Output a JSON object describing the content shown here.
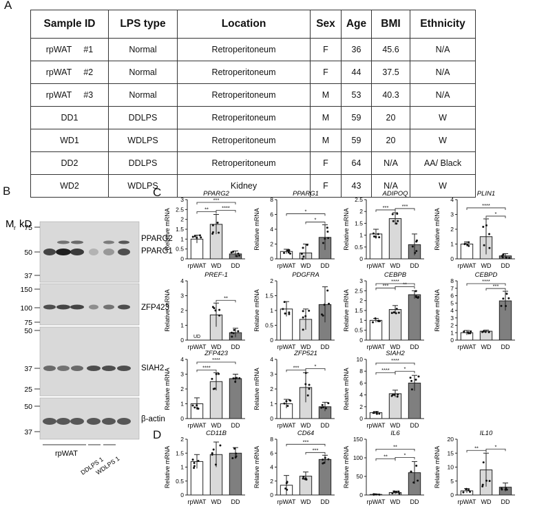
{
  "panels": {
    "a": "A",
    "b": "B",
    "c": "C",
    "d": "D"
  },
  "table": {
    "headers": [
      "Sample ID",
      "LPS type",
      "Location",
      "Sex",
      "Age",
      "BMI",
      "Ethnicity"
    ],
    "rows": [
      [
        "rpWAT     #1",
        "Normal",
        "Retroperitoneum",
        "F",
        "36",
        "45.6",
        "N/A"
      ],
      [
        "rpWAT     #2",
        "Normal",
        "Retroperitoneum",
        "F",
        "44",
        "37.5",
        "N/A"
      ],
      [
        "rpWAT     #3",
        "Normal",
        "Retroperitoneum",
        "M",
        "53",
        "40.3",
        "N/A"
      ],
      [
        "DD1",
        "DDLPS",
        "Retroperitoneum",
        "M",
        "59",
        "20",
        "W"
      ],
      [
        "WD1",
        "WDLPS",
        "Retroperitoneum",
        "M",
        "59",
        "20",
        "W"
      ],
      [
        "DD2",
        "DDLPS",
        "Retroperitoneum",
        "F",
        "64",
        "N/A",
        "AA/ Black"
      ],
      [
        "WD2",
        "WDLPS",
        "Kidney",
        "F",
        "43",
        "N/A",
        "W"
      ]
    ]
  },
  "blot": {
    "mr_label": "M",
    "mr_sub": "r",
    "kd_label": "kD",
    "markers": [
      "75",
      "50",
      "37",
      "150",
      "100",
      "75",
      "50",
      "37",
      "25",
      "50",
      "37"
    ],
    "proteins": [
      "PPARG2",
      "PPARG1",
      "ZFP423",
      "SIAH2",
      "β-actin"
    ],
    "lanes": [
      "rpWAT",
      "DDLPS 1",
      "WDLPS 1"
    ],
    "colors": {
      "band": "#1f1f1f",
      "membrane": "#d9d9d9"
    }
  },
  "chart_data": [
    {
      "id": "c1",
      "type": "bar",
      "title": "PPARG2",
      "ylabel": "Relative mRNA",
      "categories": [
        "rpWAT",
        "WD",
        "DD"
      ],
      "values": [
        1.0,
        1.75,
        0.25
      ],
      "errors": [
        0.2,
        0.5,
        0.15
      ],
      "ylim": [
        0,
        3
      ],
      "yticks": [
        0,
        0.5,
        1,
        1.5,
        2,
        2.5,
        3
      ],
      "sig": [
        {
          "from": 0,
          "to": 1,
          "label": "**"
        },
        {
          "from": 1,
          "to": 2,
          "label": "****"
        },
        {
          "from": 0,
          "to": 2,
          "label": "***"
        }
      ]
    },
    {
      "id": "c2",
      "type": "bar",
      "title": "PPARG1",
      "ylabel": "Relative mRNA",
      "categories": [
        "rpWAT",
        "WD",
        "DD"
      ],
      "values": [
        1.0,
        0.8,
        2.9
      ],
      "errors": [
        0.3,
        1.2,
        1.7
      ],
      "ylim": [
        0,
        8
      ],
      "yticks": [
        0,
        2,
        4,
        6,
        8
      ],
      "sig": [
        {
          "from": 1,
          "to": 2,
          "label": "*"
        },
        {
          "from": 0,
          "to": 2,
          "label": "*"
        }
      ]
    },
    {
      "id": "c3",
      "type": "bar",
      "title": "ADIPOQ",
      "ylabel": "Relative mRNA",
      "categories": [
        "rpWAT",
        "WD",
        "DD"
      ],
      "values": [
        1.05,
        1.7,
        0.6
      ],
      "errors": [
        0.2,
        0.25,
        0.45
      ],
      "ylim": [
        0,
        2.5
      ],
      "yticks": [
        0,
        0.5,
        1,
        1.5,
        2,
        2.5
      ],
      "sig": [
        {
          "from": 0,
          "to": 1,
          "label": "***"
        },
        {
          "from": 1,
          "to": 2,
          "label": "***"
        }
      ]
    },
    {
      "id": "c4",
      "type": "bar",
      "title": "PLIN1",
      "ylabel": "Relative mRNA",
      "categories": [
        "rpWAT",
        "WD",
        "DD"
      ],
      "values": [
        1.0,
        1.5,
        0.2
      ],
      "errors": [
        0.15,
        1.2,
        0.15
      ],
      "ylim": [
        0,
        4
      ],
      "yticks": [
        0,
        1,
        2,
        3,
        4
      ],
      "sig": [
        {
          "from": 1,
          "to": 2,
          "label": "*"
        },
        {
          "from": 0,
          "to": 2,
          "label": "****"
        }
      ]
    },
    {
      "id": "c5",
      "type": "bar",
      "title": "PREF-1",
      "ylabel": "Relative mRNA",
      "categories": [
        "rpWAT",
        "WD",
        "DD"
      ],
      "values": [
        0,
        1.7,
        0.5
      ],
      "errors": [
        0,
        0.8,
        0.3
      ],
      "ylim": [
        0,
        4
      ],
      "yticks": [
        0,
        1,
        2,
        3,
        4
      ],
      "note": "UD",
      "sig": [
        {
          "from": 1,
          "to": 2,
          "label": "**"
        }
      ]
    },
    {
      "id": "c6",
      "type": "bar",
      "title": "PDGFRA",
      "ylabel": "Relative mRNA",
      "categories": [
        "rpWAT",
        "WD",
        "DD"
      ],
      "values": [
        1.05,
        0.7,
        1.2
      ],
      "errors": [
        0.25,
        0.35,
        0.6
      ],
      "ylim": [
        0,
        2
      ],
      "yticks": [
        0,
        0.5,
        1,
        1.5,
        2
      ],
      "sig": []
    },
    {
      "id": "c7",
      "type": "bar",
      "title": "CEBPB",
      "ylabel": "Relative mRNA",
      "categories": [
        "rpWAT",
        "WD",
        "DD"
      ],
      "values": [
        1.0,
        1.55,
        2.3
      ],
      "errors": [
        0.1,
        0.2,
        0.2
      ],
      "ylim": [
        0,
        3
      ],
      "yticks": [
        0,
        0.5,
        1,
        1.5,
        2,
        2.5,
        3
      ],
      "sig": [
        {
          "from": 0,
          "to": 1,
          "label": "***"
        },
        {
          "from": 1,
          "to": 2,
          "label": "**"
        },
        {
          "from": 0,
          "to": 2,
          "label": "****"
        }
      ]
    },
    {
      "id": "c8",
      "type": "bar",
      "title": "CEBPD",
      "ylabel": "Relative mRNA",
      "categories": [
        "rpWAT",
        "WD",
        "DD"
      ],
      "values": [
        1.0,
        1.2,
        5.3
      ],
      "errors": [
        0.3,
        0.15,
        1.3
      ],
      "ylim": [
        0,
        8
      ],
      "yticks": [
        0,
        1,
        2,
        3,
        4,
        5,
        6,
        7,
        8
      ],
      "sig": [
        {
          "from": 1,
          "to": 2,
          "label": "***"
        },
        {
          "from": 0,
          "to": 2,
          "label": "****"
        }
      ]
    },
    {
      "id": "c9",
      "type": "bar",
      "title": "ZFP423",
      "ylabel": "Relative mRNA",
      "categories": [
        "rpWAT",
        "WD",
        "DD"
      ],
      "values": [
        1.0,
        2.5,
        2.7
      ],
      "errors": [
        0.4,
        0.6,
        0.3
      ],
      "ylim": [
        0,
        4
      ],
      "yticks": [
        0,
        1,
        2,
        3,
        4
      ],
      "sig": [
        {
          "from": 0,
          "to": 1,
          "label": "****"
        },
        {
          "from": 0,
          "to": 2,
          "label": "****"
        }
      ]
    },
    {
      "id": "c10",
      "type": "bar",
      "title": "ZFP521",
      "ylabel": "Relative mRNA",
      "categories": [
        "rpWAT",
        "WD",
        "DD"
      ],
      "values": [
        1.0,
        2.1,
        0.8
      ],
      "errors": [
        0.3,
        1.0,
        0.3
      ],
      "ylim": [
        0,
        4
      ],
      "yticks": [
        0,
        1,
        2,
        3,
        4
      ],
      "sig": [
        {
          "from": 0,
          "to": 1,
          "label": "***"
        },
        {
          "from": 1,
          "to": 2,
          "label": "*"
        }
      ]
    },
    {
      "id": "c11",
      "type": "bar",
      "title": "SIAH2",
      "ylabel": "Relative mRNA",
      "categories": [
        "rpWAT",
        "WD",
        "DD"
      ],
      "values": [
        1.0,
        4.2,
        6.0
      ],
      "errors": [
        0.2,
        0.6,
        1.3
      ],
      "ylim": [
        0,
        10
      ],
      "yticks": [
        0,
        2,
        4,
        6,
        8,
        10
      ],
      "sig": [
        {
          "from": 0,
          "to": 1,
          "label": "****"
        },
        {
          "from": 1,
          "to": 2,
          "label": "*"
        },
        {
          "from": 0,
          "to": 2,
          "label": "****"
        }
      ]
    },
    {
      "id": "d1",
      "type": "bar",
      "title": "CD11B",
      "ylabel": "Relative mRNA",
      "categories": [
        "rpWAT",
        "WD",
        "DD"
      ],
      "values": [
        1.2,
        1.45,
        1.5
      ],
      "errors": [
        0.25,
        0.45,
        0.2
      ],
      "ylim": [
        0,
        2
      ],
      "yticks": [
        0,
        0.5,
        1,
        1.5,
        2
      ],
      "sig": []
    },
    {
      "id": "d2",
      "type": "bar",
      "title": "CD64",
      "ylabel": "Relative mRNA",
      "categories": [
        "rpWAT",
        "WD",
        "DD"
      ],
      "values": [
        1.4,
        2.7,
        5.1
      ],
      "errors": [
        1.4,
        0.6,
        0.6
      ],
      "ylim": [
        0,
        8
      ],
      "yticks": [
        0,
        2,
        4,
        6,
        8
      ],
      "sig": [
        {
          "from": 1,
          "to": 2,
          "label": "***"
        },
        {
          "from": 0,
          "to": 2,
          "label": "***"
        }
      ]
    },
    {
      "id": "d3",
      "type": "bar",
      "title": "IL6",
      "ylabel": "Relative mRNA",
      "categories": [
        "rpWAT",
        "WD",
        "DD"
      ],
      "values": [
        1.5,
        6.5,
        60
      ],
      "errors": [
        1.0,
        4.0,
        30
      ],
      "ylim": [
        0,
        150
      ],
      "yticks": [
        0,
        50,
        100,
        150
      ],
      "sig": [
        {
          "from": 0,
          "to": 1,
          "label": "**"
        },
        {
          "from": 1,
          "to": 2,
          "label": "*"
        },
        {
          "from": 0,
          "to": 2,
          "label": "**"
        }
      ]
    },
    {
      "id": "d4",
      "type": "bar",
      "title": "IL10",
      "ylabel": "Relative mRNA",
      "categories": [
        "rpWAT",
        "WD",
        "DD"
      ],
      "values": [
        1.5,
        9.0,
        2.8
      ],
      "errors": [
        0.8,
        6.0,
        1.5
      ],
      "ylim": [
        0,
        20
      ],
      "yticks": [
        0,
        5,
        10,
        15,
        20
      ],
      "sig": [
        {
          "from": 0,
          "to": 1,
          "label": "**"
        },
        {
          "from": 1,
          "to": 2,
          "label": "*"
        }
      ]
    }
  ]
}
